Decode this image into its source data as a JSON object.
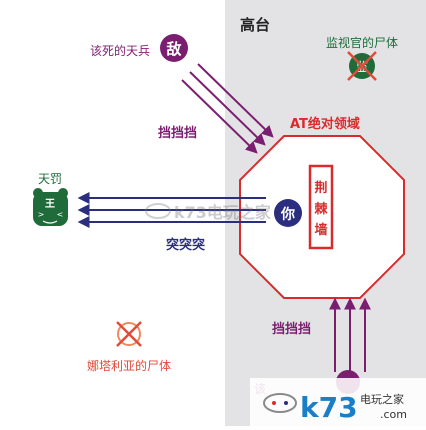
{
  "regions": {
    "high_ground_label": "高台",
    "at_field_label": "AT绝对领域"
  },
  "enemies": {
    "damned_sky_soldier_label": "该死的天兵",
    "enemy_glyph": "敌",
    "bottom_enemy_label_fragment": "该"
  },
  "player": {
    "glyph": "你",
    "thorn_wall_label": "荆棘墙"
  },
  "actions": {
    "block_top": "挡挡挡",
    "block_bottom": "挡挡挡",
    "charge": "突突突"
  },
  "corpses": {
    "overseer_label": "监视官的尸体",
    "overseer_glyph": "监",
    "nataria_label": "娜塔利亚的尸体"
  },
  "tiangfa": {
    "label": "天罚",
    "glyph": "王"
  },
  "watermark": {
    "center_text": "k73电玩之家",
    "bottom_brand": "k73",
    "bottom_sub": "电玩之家",
    "bottom_url": ".com"
  },
  "colors": {
    "purple": "#7a1f6f",
    "navy": "#2b2e7f",
    "red": "#d92b2b",
    "green": "#1f6b3a",
    "gray_zone": "#e3e3e5",
    "x_red": "#e24a3a",
    "orange_circle": "#f08a5d"
  }
}
